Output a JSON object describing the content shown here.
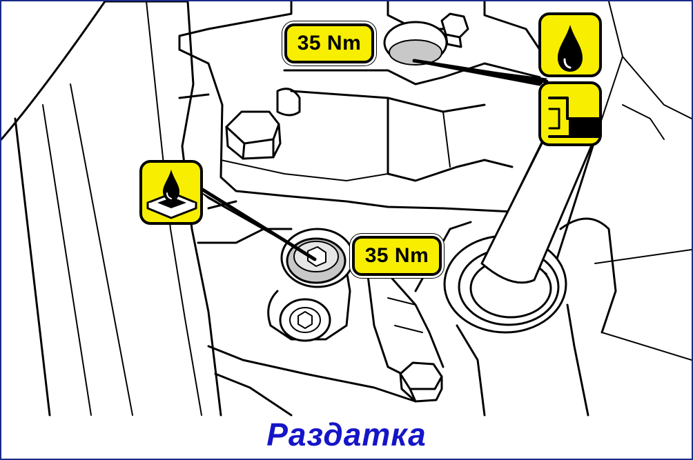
{
  "callouts": {
    "torque_upper": "35 Nm",
    "torque_lower": "35 Nm"
  },
  "icons": {
    "upper_oil": "oil-drop-icon",
    "upper_fill": "fill-level-icon",
    "lower_sealant": "sealant-icon"
  },
  "caption": {
    "text": "Раздатка",
    "color": "#1515c8"
  },
  "colors": {
    "badge_fill": "#f7ee00",
    "frame_border": "#1a2a8a"
  }
}
